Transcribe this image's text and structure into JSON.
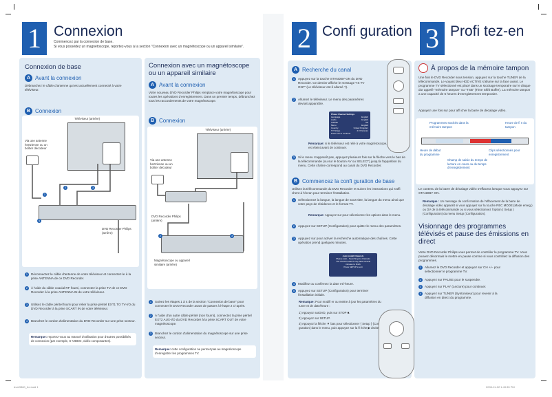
{
  "left": {
    "number": "1",
    "title": "Connexion",
    "intro": "Commencez par la connexion de base.\nSi vous possédez un magnétoscope, reportez-vous à la section \"Connexion avec un magnétoscope ou un appareil similaire\".",
    "basic": {
      "title": "Connexion de base",
      "secA": {
        "letter": "A",
        "title": "Avant la connexion",
        "text": "Débranchez le câble d'antenne qui est actuellement connecté à votre téléviseur."
      },
      "secB": {
        "letter": "B",
        "title": "Connexion"
      },
      "labels": {
        "tv": "Téléviseur (arrière)",
        "antenna": "Via une antenne hertzienne ou un boîtier décodeur",
        "recorder": "DVD Recorder Philips (arrière)"
      },
      "steps": [
        {
          "n": "1",
          "text": "Déconnectez le câble d'antenne de votre téléviseur et connectez-le à la prise ANTENNA de ce DVD Recorder."
        },
        {
          "n": "2",
          "text": "À l'aide du câble coaxial RF fourni, connectez la prise TV de ce DVD Recorder à la prise ANTENNA IN de votre téléviseur."
        },
        {
          "n": "3",
          "text": "Utilisez le câble péritel fourni pour relier la prise péritel EXT1 TO TV-I/O du DVD Recorder à la prise SCART IN de votre téléviseur."
        },
        {
          "n": "4",
          "text": "Branchez le cordon d'alimentation du DVD Recorder sur une prise secteur."
        }
      ],
      "remark_label": "Remarque:",
      "remark": "reportez-vous au manuel d'utilisation pour d'autres possibilités de connexion (par exemple, S-VIDEO, vidéo composantes)."
    },
    "vcr": {
      "title": "Connexion avec un magnétoscope ou un appareil similaire",
      "secA": {
        "letter": "A",
        "title": "Avant la connexion",
        "text": "Votre nouveau DVD Recorder Philips remplace votre magnétoscope pour toutes les opérations d'enregistrement. Dans un premier temps, débranchez tous les raccordements de votre magnétoscope."
      },
      "secB": {
        "letter": "B",
        "title": "Connexion"
      },
      "labels": {
        "tv": "Téléviseur (arrière)",
        "antenna": "Via une antenne hertzienne ou un boîtier décodeur",
        "recorder": "DVD Recorder Philips (arrière)",
        "vcr": "Magnétoscope ou appareil similaire (arrière)"
      },
      "steps": [
        {
          "n": "1",
          "text": "Suivez les étapes 1 à 4 de la section \"Connexion de base\" pour connecter le DVD Recorder avant de passer à l'étape 2 ci-après."
        },
        {
          "n": "2",
          "text": "À l'aide d'un autre câble péritel (non fourni), connectez la prise péritel EXT2 AUX-I/O du DVD Recorder à la prise SCART OUT de votre magnétoscope."
        },
        {
          "n": "3",
          "text": "Branchez le cordon d'alimentation du magnétoscope sur une prise secteur."
        }
      ],
      "remark_label": "Remarque:",
      "remark": "cette configuration ne permet pas au magnétoscope d'enregistrer les programmes TV."
    }
  },
  "right": {
    "number2": "2",
    "title2": "Confi guration",
    "number3": "3",
    "title3": "Profi tez-en",
    "config": {
      "secA": {
        "letter": "A",
        "title": "Recherche du canal"
      },
      "stepsA": [
        {
          "n": "1",
          "text": "Appuyez sur la touche STANDBY-ON du DVD Recorder. Ce dernier affiche le message \"IS TV ON?\" (Le téléviseur est-il allumé ?)."
        },
        {
          "n": "2",
          "text": "Allumez le téléviseur. Le menu des paramètres devrait apparaître."
        }
      ],
      "menu": {
        "title": "Phase Channel Settings",
        "rows": [
          [
            "Language",
            "English"
          ],
          [
            "Audio",
            "English"
          ],
          [
            "Subtitle",
            "Off"
          ],
          [
            "Menu",
            "English"
          ],
          [
            "Country",
            "United Kingdom"
          ],
          [
            "TV Shape",
            "4:3 Panscan"
          ]
        ],
        "footer": "Press OK to continue"
      },
      "remarkA_label": "Remarque:",
      "remarkA": "si le téléviseur est relié à votre magnétoscope, vérifi ez qu'il est éteint avant de continuer.",
      "stepsA2": [
        {
          "n": "3",
          "text": "Si le menu n'apparaît pas, appuyez plusieurs fois sur la flèche vers le bas de la télécommande (ou sur le bouton AV ou SELECT) jusqu'à l'apparition du menu. Cette chaîne correspond au canal du DVD Recorder."
        }
      ],
      "secB": {
        "letter": "B",
        "title": "Commencez la confi guration de base"
      },
      "introB": "Utilisez la télécommande du DVD Recorder et suivez les instructions qui s'affi chent à l'écran pour terminer l'installation.",
      "stepsB": [
        {
          "n": "1",
          "text": "Sélectionnez la langue, la langue de sous-titre, la langue du menu ainsi que votre pays de résidence et le format TV."
        }
      ],
      "remarkB_label": "Remarque:",
      "remarkB": "Appuyez sur pour sélectionner les options dans le menu.",
      "stepsB2": [
        {
          "n": "2",
          "text": "Appuyez sur SETUP (Configuration) pour quitter le menu des paramètres."
        },
        {
          "n": "3",
          "text": "Appuyez sur pour activer la recherche automatique des chaînes. Cette opération prend quelques minutes."
        }
      ],
      "search_screen": {
        "title": "Auto Install Channels",
        "line1": "Please wait... Searching for channels",
        "line2": "The channel search may take several",
        "line3": "minutes to finish",
        "footer": "Press SETUP to exit"
      },
      "stepsB3": [
        {
          "n": "4",
          "text": "Modifiez ou confirmez la date et l'heure."
        },
        {
          "n": "5",
          "text": "Appuyez sur SETUP (Configuration) pour terminer l'installation initiale."
        }
      ],
      "remarkC_label": "Remarque:",
      "remarkC": "Pour modifi er ou mettre à jour les paramètres du tuner et de date/heure :",
      "substeps": [
        "1) Appuyez surDVD, puis sur STOP ■.",
        "2) Appuyez sur SETUP.",
        "3) Appuyez la flèche ▼ bas pour sélectionner { Setup } (Confi guration) dans le menu, puis appuyez sur la fl èche ▶ droite."
      ]
    },
    "enjoy": {
      "title": "À propos de la mémoire tampon",
      "text1": "Une fois le DVD Recorder sous tension, appuyez sur la touche TUNER de la télécommande. Le voyant bleu HDD ACTIVE s'allume sur la face avant. Le programme TV sélectionné est placé dans un stockage temporaire sur le disque dur appelé \"mémoire tampon\" ou \"TSB\" (Time Shift Buffer). La mémoire tampon a une capacité de 6 heures d'enregistrement temporaire.",
      "text2": "Appuyez une fois sur pour affi cher la barre de décalage vidéo.",
      "diagram": {
        "stored": "Programmes stockés dans la mémoire tampon",
        "end": "Heure de fi n du tampon",
        "start": "Heure de début du programme",
        "clips": "Clips sélectionnés pour enregistrement",
        "field": "Champ de saisie du temps de lecture en cours ou du temps d'enregistrement"
      },
      "text3": "Le contenu de la barre de décalage vidéo s'effacera lorsque vous appuyez sur STANDBY ON.",
      "remark_label": "Remarque :",
      "remark": "Un message de confi rmation de l'effacement de la barre de décalage vidéo apparaît si vous appuyez sur la touche REC MODE (Mode enreg.) ou DV de la télécommande ou si vous sélectionnez l'option { Setup } (Configuration) du menu Setup (Configuration).",
      "title2": "Visionnage des programmes télévisés et pause des émissions en direct",
      "text4": "Votre DVD Recorder Philips vous permet de contrôler le programme TV. Vous pouvez désormais le mettre en pause comme si vous contrôliez la diffusion des programmes.",
      "steps": [
        {
          "n": "1",
          "text": "Allumez le DVD Recorder et appuyez sur CH +/− pour sélectionner le programme TV."
        },
        {
          "n": "2",
          "text": "Appuyez sur PAUSE pour le suspendre."
        },
        {
          "n": "3",
          "text": "Appuyez sur PLAY (Lecture) pour continuer."
        },
        {
          "n": "4",
          "text": "Appuyez sur TUNER (Syntoniseur) pour revenir à la diffusion en direct du programme."
        }
      ]
    }
  },
  "footer": {
    "left": "dvdr3380_fre.indd 1",
    "right": "2005-11-02 1:49:35 PM"
  }
}
